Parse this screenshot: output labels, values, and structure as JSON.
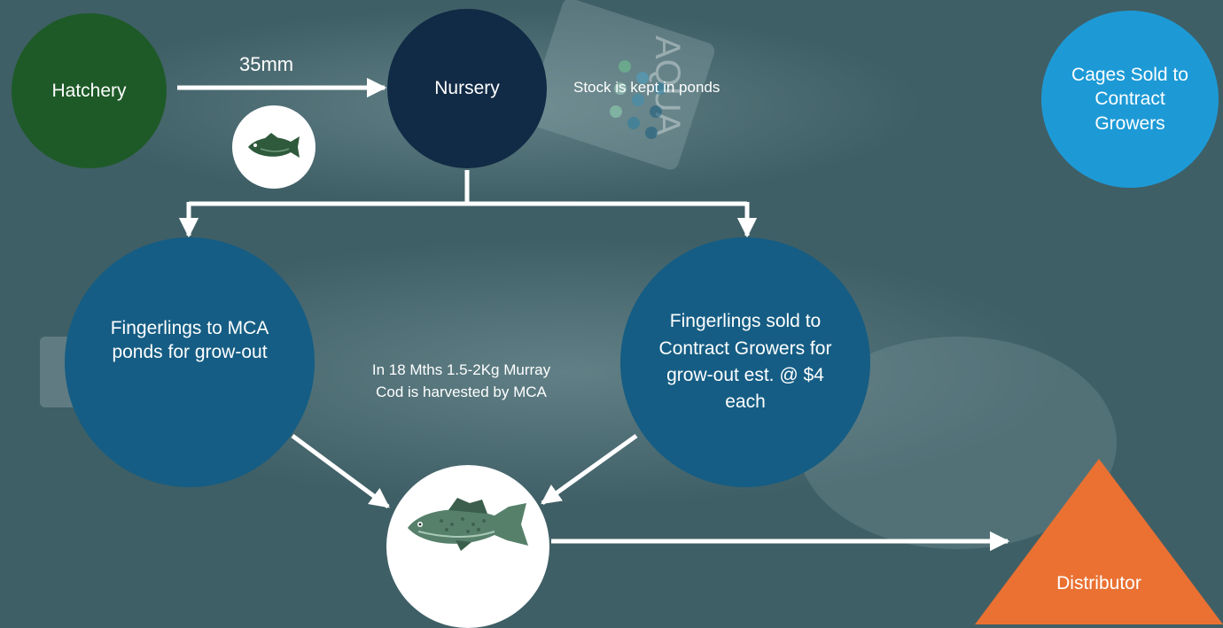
{
  "colors": {
    "background": "#3f5f66",
    "hatchery": "#1e5a27",
    "nursery": "#112a45",
    "grow_out": "#155d84",
    "cages": "#1d9ad6",
    "distributor": "#ea7132",
    "arrow": "#ffffff"
  },
  "background_product_text": "AQUA",
  "nodes": {
    "hatchery": "Hatchery",
    "nursery": "Nursery",
    "cages": "Cages Sold to Contract Growers",
    "mca_ponds": "Fingerlings to MCA ponds for grow-out",
    "contract_growers": "Fingerlings sold to Contract Growers for grow-out est. @ $4 each",
    "distributor": "Distributor"
  },
  "labels": {
    "size": "35mm",
    "nursery_note": "Stock is kept in ponds",
    "harvest_note": "In 18 Mths 1.5-2Kg Murray Cod is harvested by MCA"
  },
  "icons": {
    "small_fish": "murray-cod-fingerling-icon",
    "large_fish": "murray-cod-fish-icon"
  }
}
